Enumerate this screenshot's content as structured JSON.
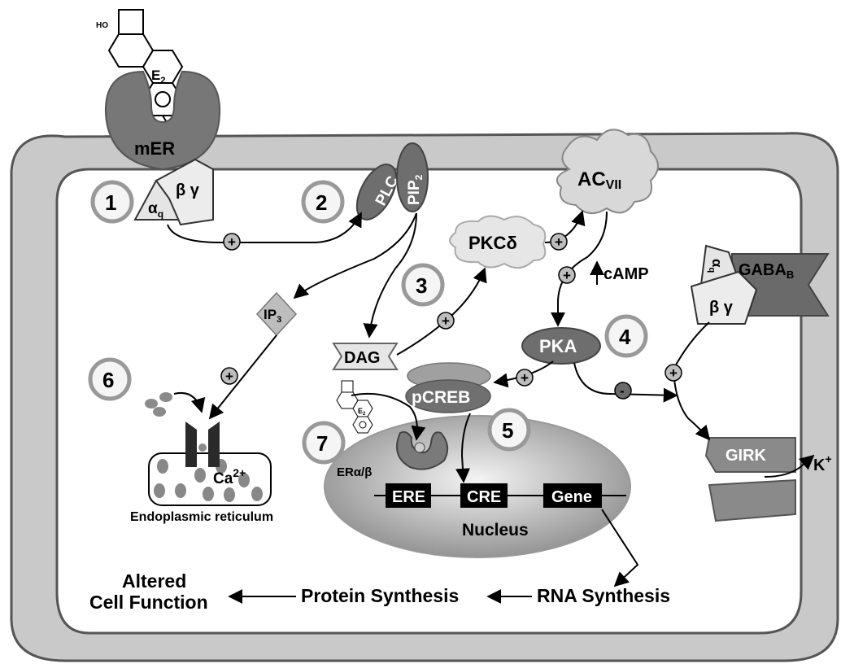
{
  "labels": {
    "mer": "mER",
    "e2": "E",
    "e2_sub": "2",
    "oh": "O",
    "oh_h": "H",
    "ho": "HO",
    "alpha_q": "α",
    "alpha_q_sub": "q",
    "beta_gamma": "β γ",
    "plc": "PLC",
    "pip2": "PIP",
    "pip2_sub": "2",
    "acvii": "AC",
    "acvii_sub": "VII",
    "pkcd": "PKCδ",
    "camp": "cAMP",
    "gabab": "GABA",
    "gabab_sub": "B",
    "gaba_alpha": "α",
    "gaba_alpha_sub": "q",
    "gaba_bg": "β γ",
    "ip3": "IP",
    "ip3_sub": "3",
    "dag": "DAG",
    "pka": "PKA",
    "pcreb": "pCREB",
    "ca": "Ca",
    "ca_sup": "2+",
    "er_label": "Endoplasmic reticulum",
    "er_ab": "ERα/β",
    "ere": "ERE",
    "cre": "CRE",
    "gene": "Gene",
    "nucleus": "Nucleus",
    "girk": "GIRK",
    "k": "K",
    "k_sup": "+",
    "rna": "RNA Synthesis",
    "protein": "Protein Synthesis",
    "altered_1": "Altered",
    "altered_2": "Cell Function"
  },
  "steps": [
    "1",
    "2",
    "3",
    "4",
    "5",
    "6",
    "7"
  ],
  "signs": {
    "plus": "+",
    "minus": "-"
  }
}
